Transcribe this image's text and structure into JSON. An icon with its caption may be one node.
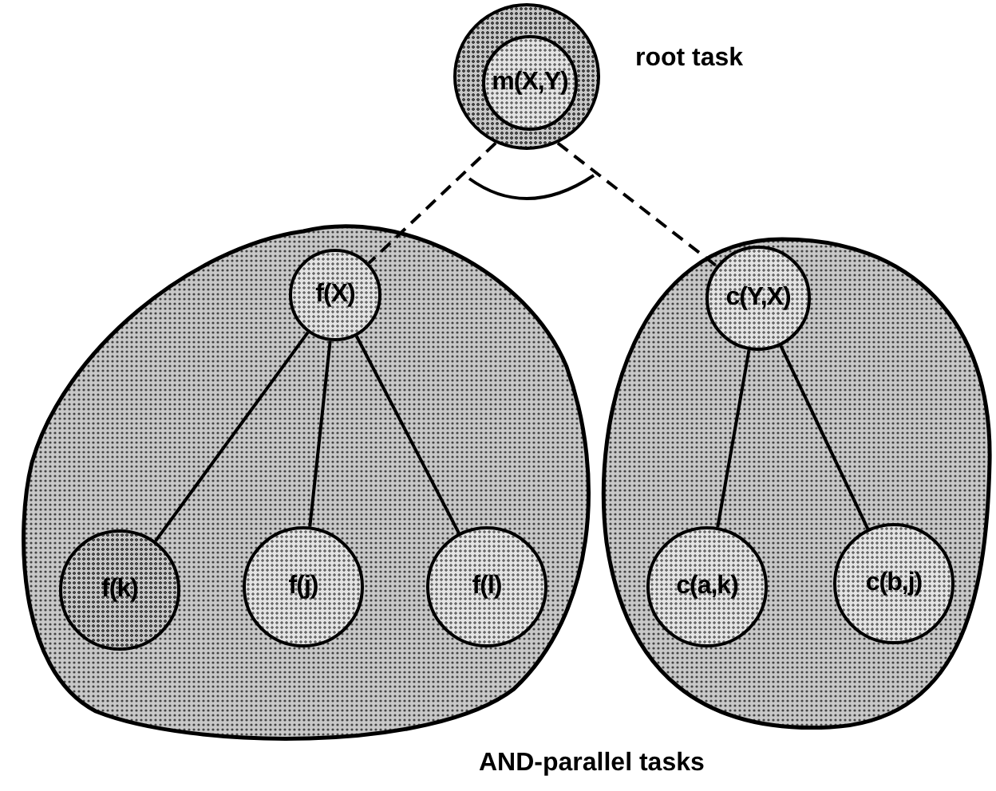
{
  "diagram": {
    "nodes": [
      {
        "text": [],
        "shape": "circle",
        "beside": [
          "root task"
        ]
      },
      {
        "text": [
          "m(X,Y)"
        ],
        "in": 0
      },
      {
        "text": [],
        "shape": "cloud"
      },
      {
        "text": [],
        "shape": "cloud"
      },
      {
        "text": [
          "f(X)"
        ],
        "in": 2
      },
      {
        "text": [
          "f(k)"
        ],
        "in": 2
      },
      {
        "text": [
          "f(j)"
        ],
        "in": 2
      },
      {
        "text": [
          "f(l)"
        ],
        "in": 2
      },
      {
        "text": [
          "c(Y,X)"
        ],
        "in": 3
      },
      {
        "text": [
          "c(a,k)"
        ],
        "in": 3
      },
      {
        "text": [
          "c(b,j)"
        ],
        "in": 3
      }
    ],
    "edges": [
      {
        "from": 0,
        "to": 4,
        "arrow": "none",
        "style": "dashed"
      },
      {
        "from": 0,
        "to": 8,
        "arrow": "none",
        "style": "dashed"
      },
      {
        "from": 4,
        "to": 5,
        "arrow": "none"
      },
      {
        "from": 4,
        "to": 6,
        "arrow": "none"
      },
      {
        "from": 4,
        "to": 7,
        "arrow": "none"
      },
      {
        "from": 8,
        "to": 9,
        "arrow": "none"
      },
      {
        "from": 8,
        "to": 10,
        "arrow": "none"
      }
    ],
    "labels": [
      "AND-parallel tasks"
    ]
  }
}
